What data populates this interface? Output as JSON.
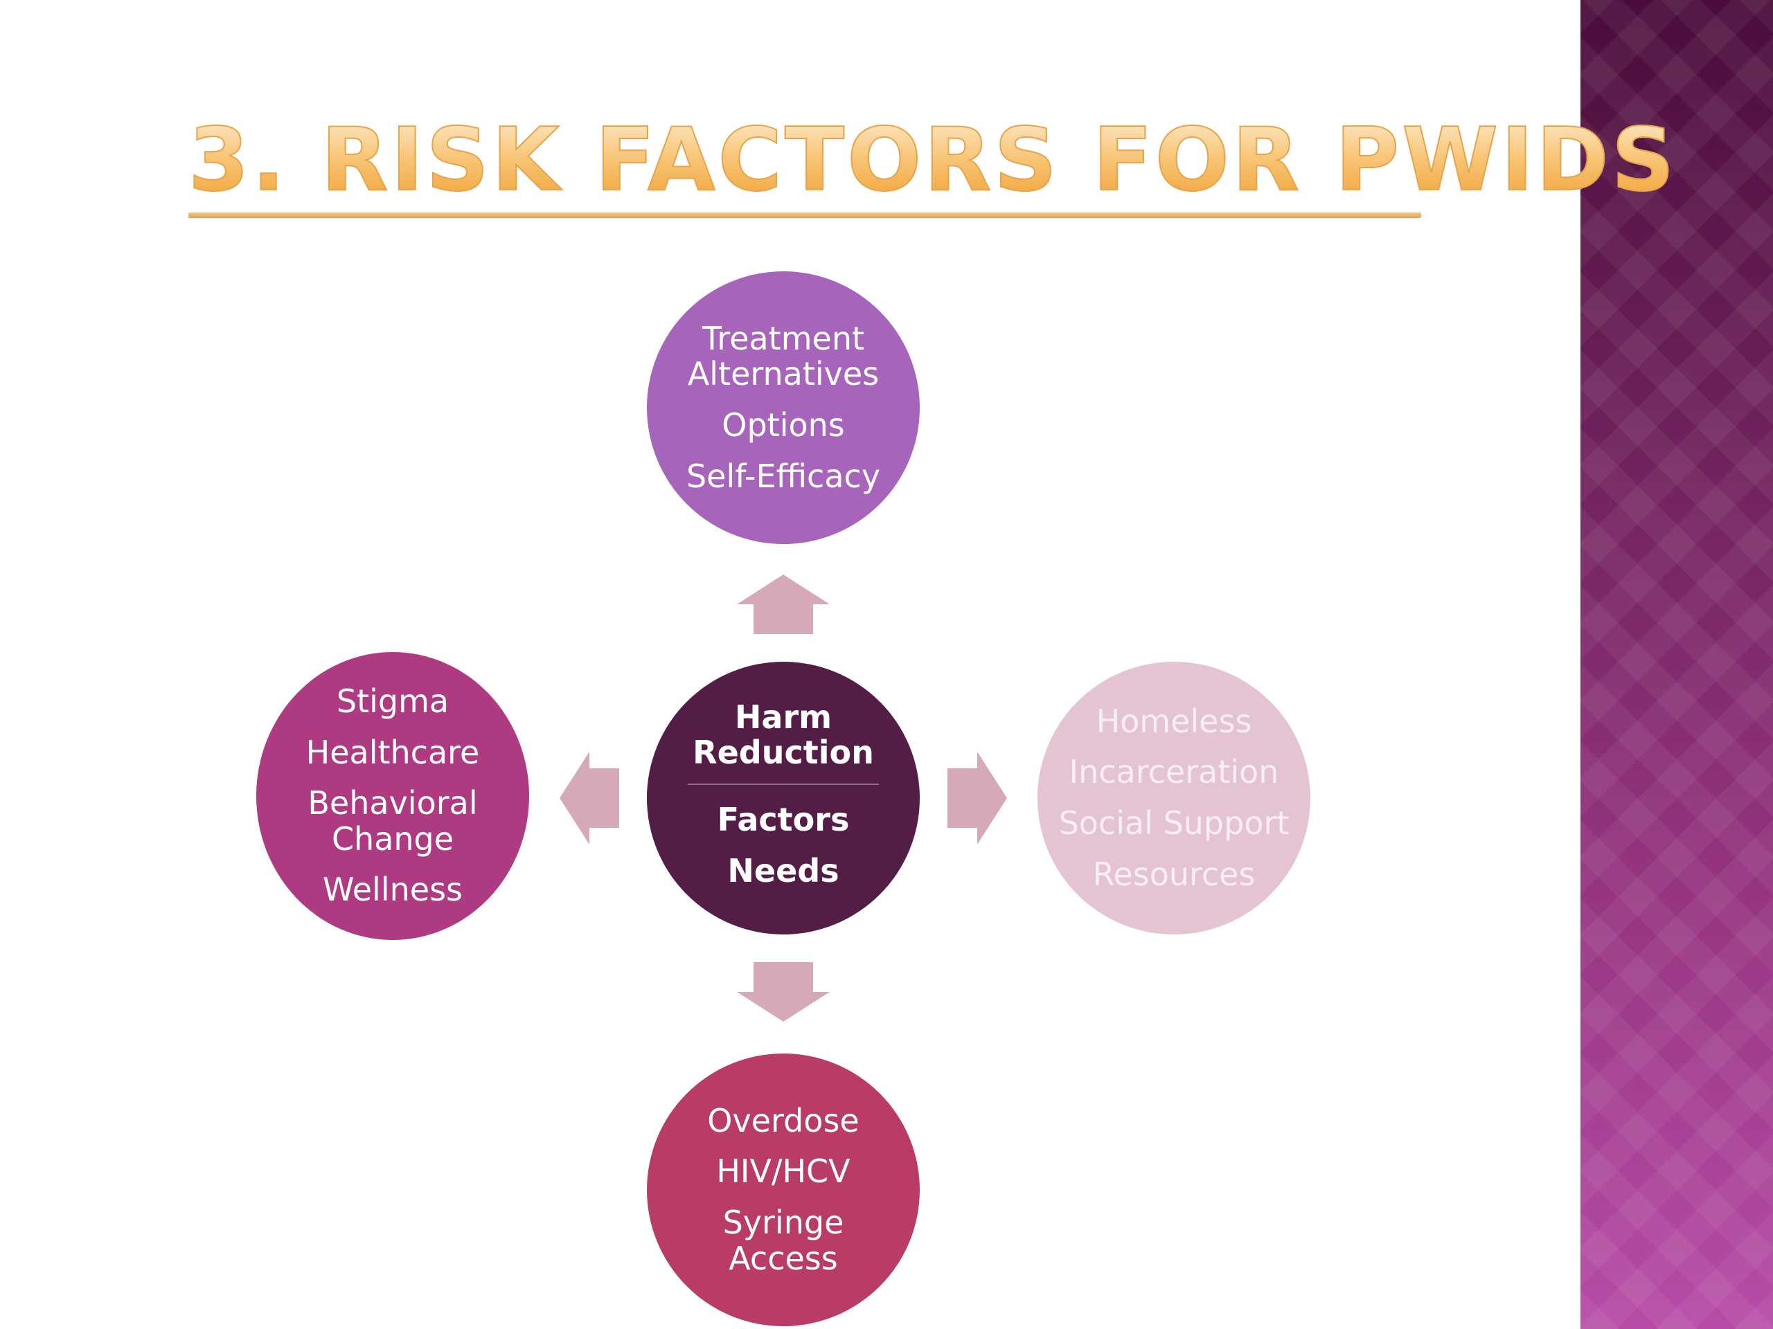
{
  "title": "3. Risk Factors for PWIDs",
  "nodes": {
    "center": {
      "heading": "Harm Reduction",
      "items": [
        "Factors",
        "Needs"
      ]
    },
    "top": {
      "items": [
        "Treatment Alternatives",
        "Options",
        "Self-Efficacy"
      ]
    },
    "left": {
      "items": [
        "Stigma",
        "Healthcare",
        "Behavioral Change",
        "Wellness"
      ]
    },
    "right": {
      "items": [
        "Homeless",
        "Incarceration",
        "Social Support",
        "Resources"
      ]
    },
    "bottom": {
      "items": [
        "Overdose",
        "HIV/HCV",
        "Syringe Access"
      ]
    }
  },
  "colors": {
    "center": "#541d45",
    "top": "#a764bb",
    "left": "#ae3a82",
    "right": "#e4c3d3",
    "bottom": "#b83c66",
    "arrow": "#d5a9b6",
    "title": "#f6b24e"
  }
}
